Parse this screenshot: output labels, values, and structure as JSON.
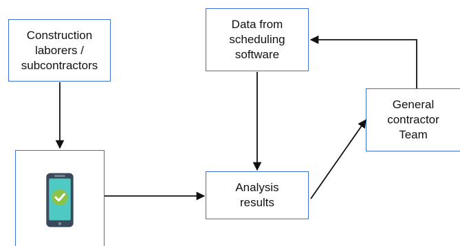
{
  "nodes": {
    "laborers": {
      "label": "Construction\nlaborers /\nsubcontractors"
    },
    "software": {
      "label": "Data from\nscheduling\nsoftware"
    },
    "general_contractor": {
      "label": "General\ncontractor\nTeam"
    },
    "analysis": {
      "label": "Analysis\nresults"
    },
    "phone": {
      "icon": "smartphone-checkmark-icon"
    }
  },
  "colors": {
    "border": "#3b6fd6",
    "arrow": "#111111",
    "phone_body": "#3a4a5a",
    "phone_screen": "#4fc9c4",
    "check": "#8bc34a"
  }
}
